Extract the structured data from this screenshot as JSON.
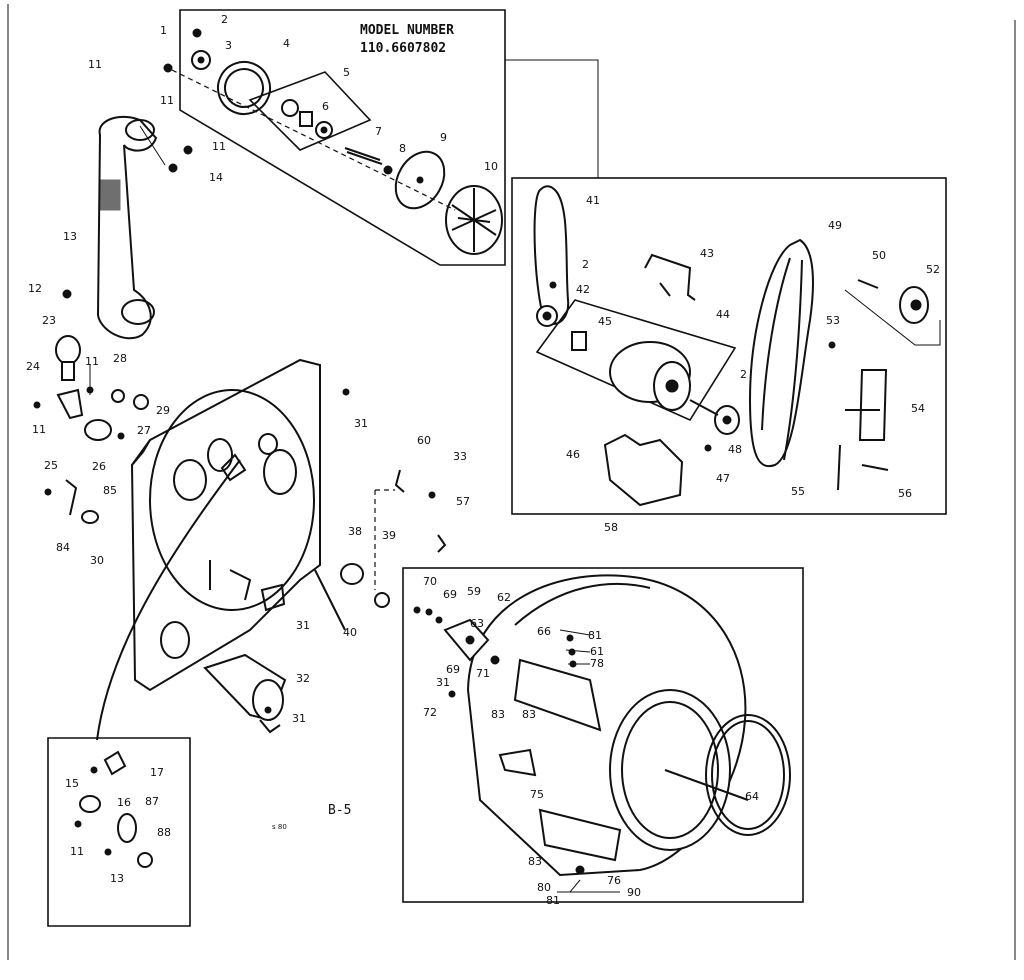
{
  "model": {
    "label": "MODEL NUMBER",
    "number": "110.6607802"
  },
  "figure_code": "B-5",
  "fine_print": "s 80",
  "callouts": [
    "1",
    "2",
    "3",
    "4",
    "5",
    "6",
    "7",
    "8",
    "9",
    "10",
    "11",
    "11",
    "11",
    "11",
    "12",
    "13",
    "14",
    "2",
    "41",
    "42",
    "43",
    "44",
    "45",
    "2",
    "46",
    "47",
    "48",
    "49",
    "50",
    "52",
    "53",
    "54",
    "55",
    "56",
    "23",
    "24",
    "11",
    "28",
    "29",
    "27",
    "26",
    "25",
    "85",
    "84",
    "30",
    "31",
    "60",
    "33",
    "57",
    "38",
    "39",
    "40",
    "31",
    "32",
    "31",
    "58",
    "70",
    "59",
    "69",
    "63",
    "62",
    "66",
    "81",
    "61",
    "78",
    "83",
    "71",
    "69",
    "31",
    "72",
    "83",
    "75",
    "64",
    "83",
    "80",
    "76",
    "81",
    "90",
    "15",
    "17",
    "16",
    "87",
    "11",
    "88",
    "13"
  ],
  "colors": {
    "ink": "#111111",
    "paper": "#ffffff"
  }
}
